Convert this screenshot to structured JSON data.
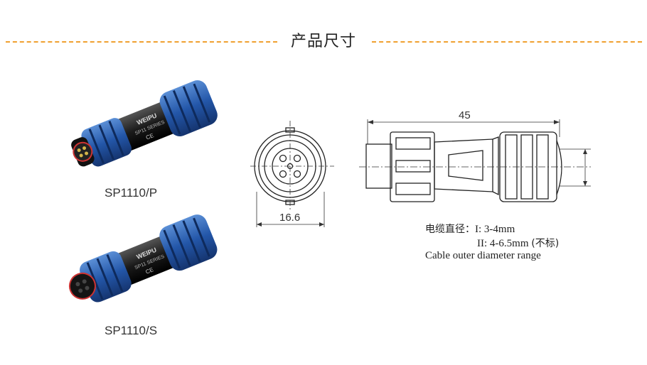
{
  "section": {
    "title": "产品尺寸",
    "accent_color": "#f0a030"
  },
  "products": [
    {
      "model": "SP1110/P",
      "brand": "WEIPU",
      "series": "SP11 SERIES",
      "type": "plug"
    },
    {
      "model": "SP1110/S",
      "brand": "WEIPU",
      "series": "SP11 SERIES",
      "type": "socket"
    }
  ],
  "drawing": {
    "front_width": "16.6",
    "side_length": "45"
  },
  "cable_spec": {
    "label_cn": "电缆直径：",
    "range_1": "I: 3-4mm",
    "range_2": "II: 4-6.5mm",
    "range_2_note": "(不标)",
    "label_en": "Cable outer  diameter range"
  }
}
